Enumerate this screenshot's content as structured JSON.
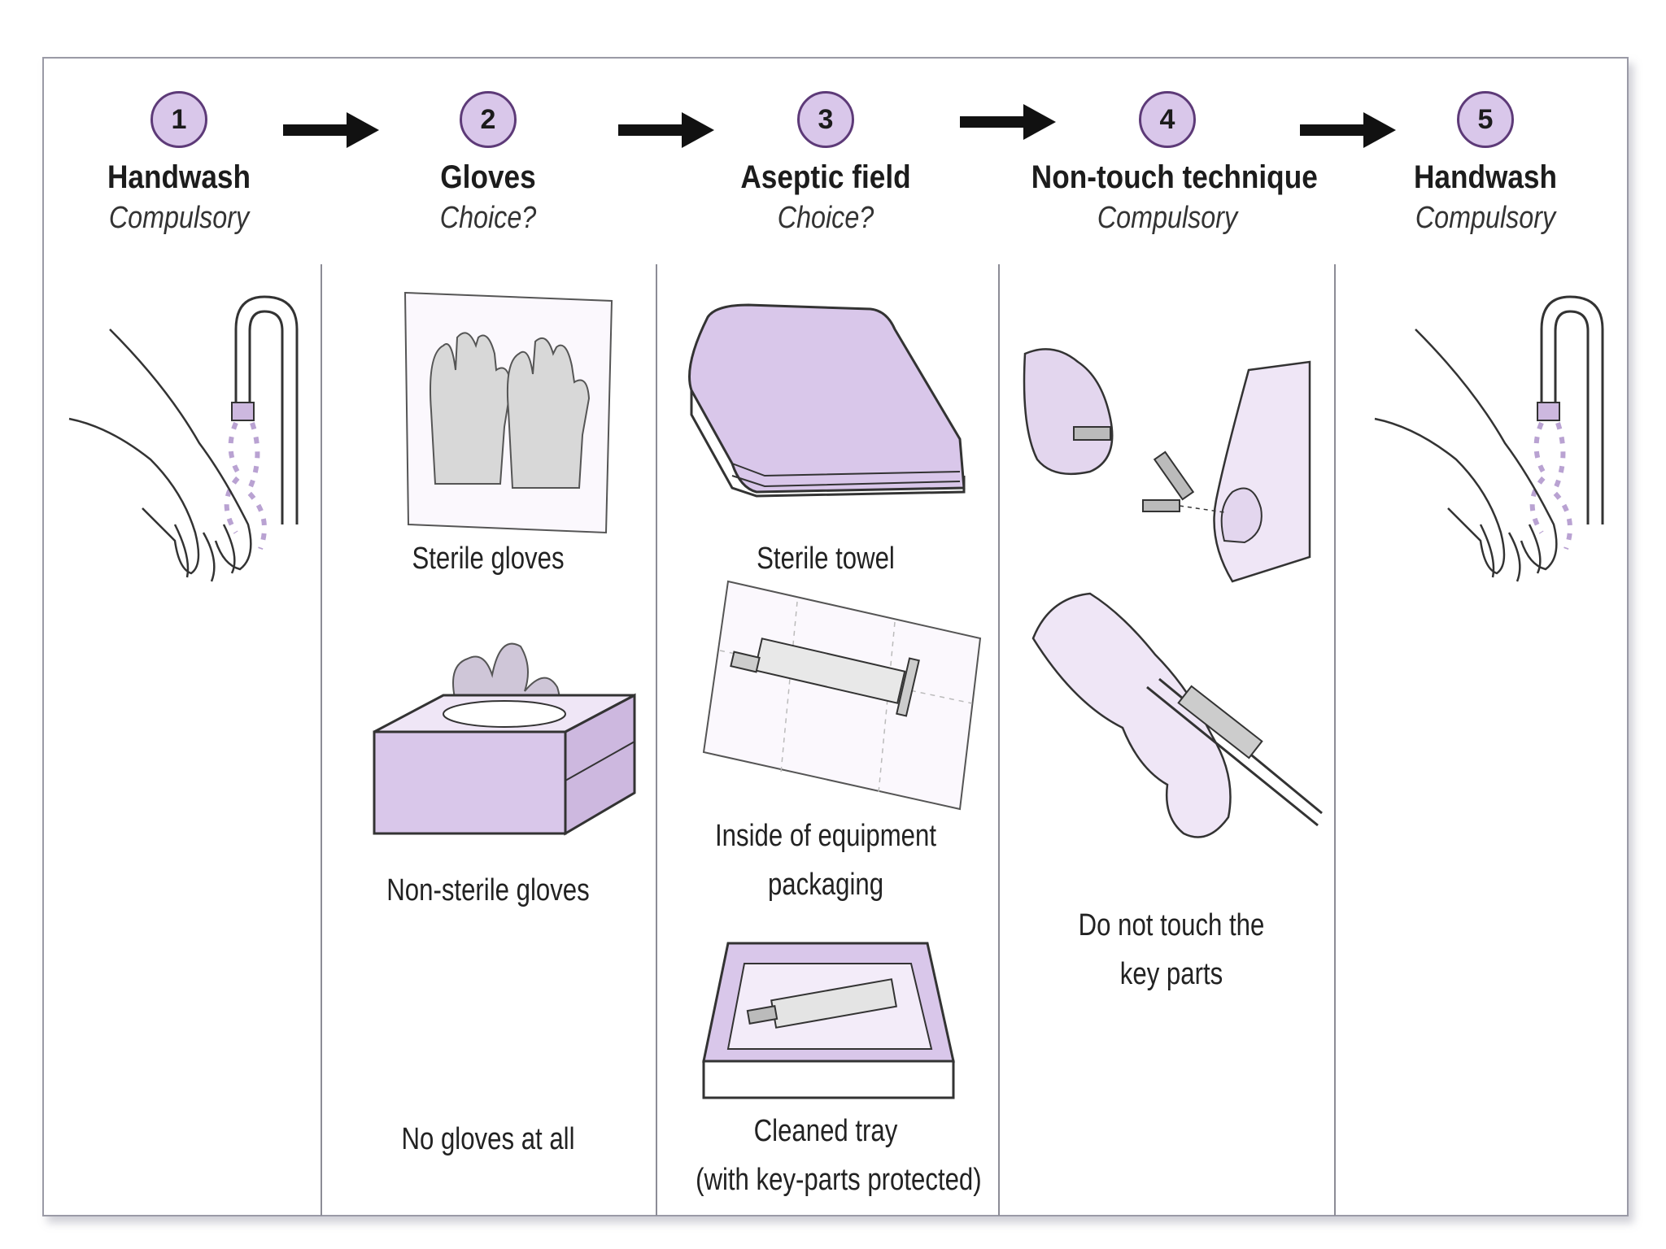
{
  "steps": [
    {
      "number": "1",
      "title": "Handwash",
      "status": "Compulsory"
    },
    {
      "number": "2",
      "title": "Gloves",
      "status": "Choice?"
    },
    {
      "number": "3",
      "title": "Aseptic field",
      "status": "Choice?"
    },
    {
      "number": "4",
      "title": "Non-touch technique",
      "status": "Compulsory"
    },
    {
      "number": "5",
      "title": "Handwash",
      "status": "Compulsory"
    }
  ],
  "gloves_options": {
    "sterile": "Sterile gloves",
    "non_sterile": "Non-sterile gloves",
    "none": "No gloves at all"
  },
  "aseptic_field_options": {
    "towel": "Sterile towel",
    "packaging_line1": "Inside of  equipment",
    "packaging_line2": "packaging",
    "tray_line1": "Cleaned tray",
    "tray_line2": "(with key-parts protected)"
  },
  "non_touch": {
    "line1": "Do not touch the",
    "line2": "key parts"
  },
  "colors": {
    "accent_purple": "#d9c7ea",
    "circle_border": "#5d3a78",
    "divider": "#8c8c96"
  }
}
